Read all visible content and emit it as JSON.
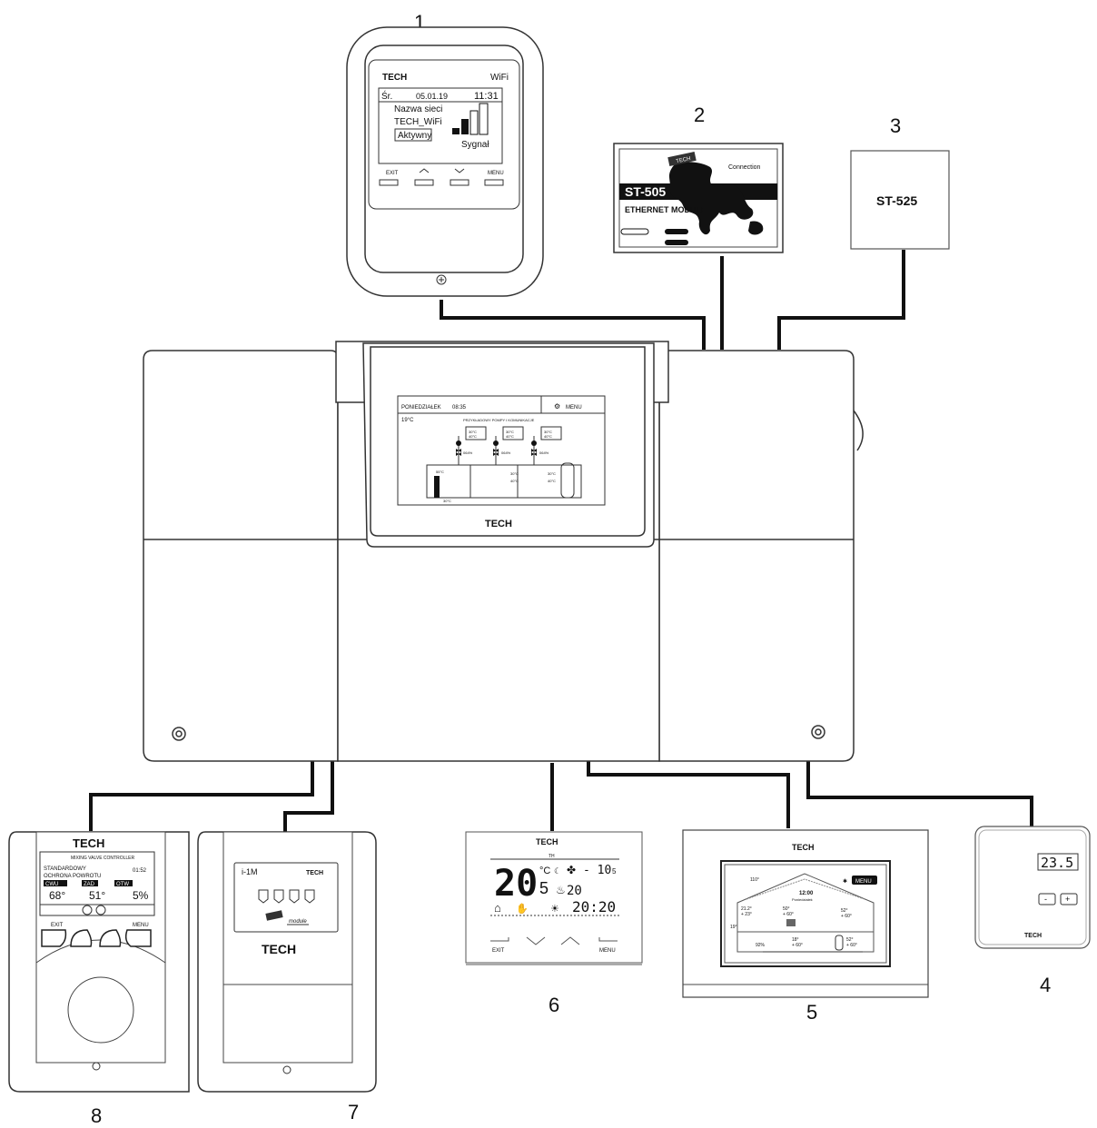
{
  "labels": {
    "n1": "1",
    "n2": "2",
    "n3": "3",
    "n4": "4",
    "n5": "5",
    "n6": "6",
    "n7": "7",
    "n8": "8"
  },
  "wifi_module": {
    "brand": "TECH",
    "wifi": "WiFi",
    "day": "Śr.",
    "date": "05.01.19",
    "time": "11:31",
    "network_label": "Nazwa sieci",
    "network_name": "TECH_WiFi",
    "status": "Aktywny",
    "signal_label": "Sygnał",
    "buttons": [
      "EXIT",
      "MENU"
    ]
  },
  "ethernet_module": {
    "model": "ST-505",
    "subtitle": "ETHERNET MODULE",
    "brand_tag": "TECH",
    "connection": "Connection"
  },
  "st525": {
    "model": "ST-525"
  },
  "main_controller": {
    "day": "PONIEDZIAŁEK",
    "time": "08:35",
    "menu": "MENU",
    "outside_temp": "19°C",
    "header": "PRZYKŁADOWY POMPY I KOMUNIKACJE",
    "brand": "TECH",
    "zones": [
      {
        "t1": "30°C",
        "t2": "40°C",
        "valve": "064%"
      },
      {
        "t1": "30°C",
        "t2": "40°C",
        "valve": "064%"
      },
      {
        "t1": "30°C",
        "t2": "40°C",
        "valve": "064%"
      }
    ],
    "boiler_temp": "55°C",
    "return_temp": "30°C",
    "buffer_t1": "30°C",
    "buffer_t2": "40°C",
    "tank_t1": "30°C",
    "tank_t2": "40°C"
  },
  "controller8": {
    "brand": "TECH",
    "title": "MIXING VALVE CONTROLLER",
    "mode": "STANDARDOWY",
    "protection": "OCHRONA POWROTU",
    "clock": "01:52",
    "cwu_label": "CWU",
    "cwu_value": "68°",
    "zad_label": "ZAD",
    "zad_value": "51°",
    "otw_label": "OTW",
    "otw_value": "5%",
    "buttons": [
      "EXIT",
      "MENU"
    ]
  },
  "controller7": {
    "model": "i-1M",
    "brand": "TECH",
    "footer_brand": "TECH",
    "tag": "module"
  },
  "controller6": {
    "brand": "TECH",
    "day": "TH",
    "big_temp": "20",
    "unit": "°C",
    "temp_decimal": "5",
    "outdoor": "- 10",
    "outdoor_decimal": "5",
    "humidity": "20",
    "clock": "20:20",
    "buttons": [
      "EXIT",
      "MENU"
    ]
  },
  "controller5": {
    "brand": "TECH",
    "menu": "MENU",
    "roof_temp": "110°",
    "clock": "12:00",
    "weekday": "Poniedziałek",
    "room1_a": "21.2°",
    "room1_b": "+ 23°",
    "room2_a": "50°",
    "room2_b": "+ 60°",
    "room3_a": "52°",
    "room3_b": "+ 60°",
    "left_temp": "19°",
    "floor_temp": "92%",
    "buffer_a": "18°",
    "buffer_b": "+ 60°",
    "tank_a": "52°",
    "tank_b": "+ 60°"
  },
  "controller4": {
    "display": "23.5",
    "brand": "TECH",
    "minus": "-",
    "plus": "+"
  },
  "colors": {
    "line": "#111111",
    "outline": "#222222",
    "bg": "#ffffff"
  }
}
